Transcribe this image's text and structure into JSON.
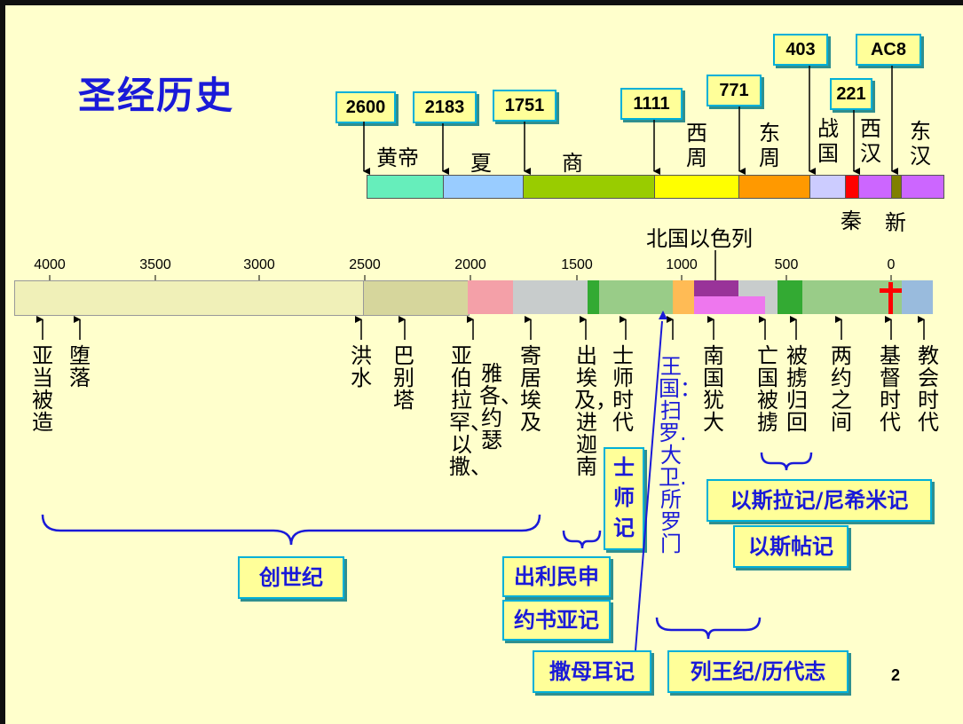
{
  "title": "圣经历史",
  "page_number": "2",
  "china_years": [
    "2600",
    "2183",
    "1751",
    "1111",
    "771",
    "403",
    "221",
    "AC8"
  ],
  "dynasties": {
    "huangdi": "黄帝",
    "xia": "夏",
    "shang": "商",
    "xizhou": "西周",
    "dongzhou": "东周",
    "zhanguo": "战国",
    "xihan": "西汉",
    "donghan": "东汉",
    "qin": "秦",
    "xin": "新"
  },
  "ticks": [
    "4000",
    "3500",
    "3000",
    "2500",
    "2000",
    "1500",
    "1000",
    "500",
    "0"
  ],
  "north_label": "北国以色列",
  "events": {
    "adam": "亚当被造",
    "fall": "堕落",
    "flood": "洪水",
    "babel": "巴别塔",
    "abraham": "亚伯拉罕、以撒、",
    "jacob": "雅各、约瑟",
    "egypt": "寄居埃及",
    "exodus": "出埃及，进迦南",
    "judges": "士师时代",
    "kingdom": "王国：扫罗.大卫.所罗门",
    "judah": "南国犹大",
    "exile": "亡国被掳",
    "return": "被掳归回",
    "intertest": "两约之间",
    "christ": "基督时代",
    "church": "教会时代"
  },
  "books": {
    "genesis": "创世纪",
    "num": "出利民申",
    "joshua": "约书亚记",
    "judges": "士师记",
    "samuel": "撒母耳记",
    "kings": "列王纪/历代志",
    "ezra": "以斯拉记/尼希米记",
    "esther": "以斯帖记"
  },
  "colors": {
    "title_blue": "#1a1ad8",
    "box_fill": "#ffff99",
    "box_border": "#00b0d8",
    "brace": "#1a1ad8",
    "cross": "#ff0000",
    "background": "#ffffcc"
  }
}
